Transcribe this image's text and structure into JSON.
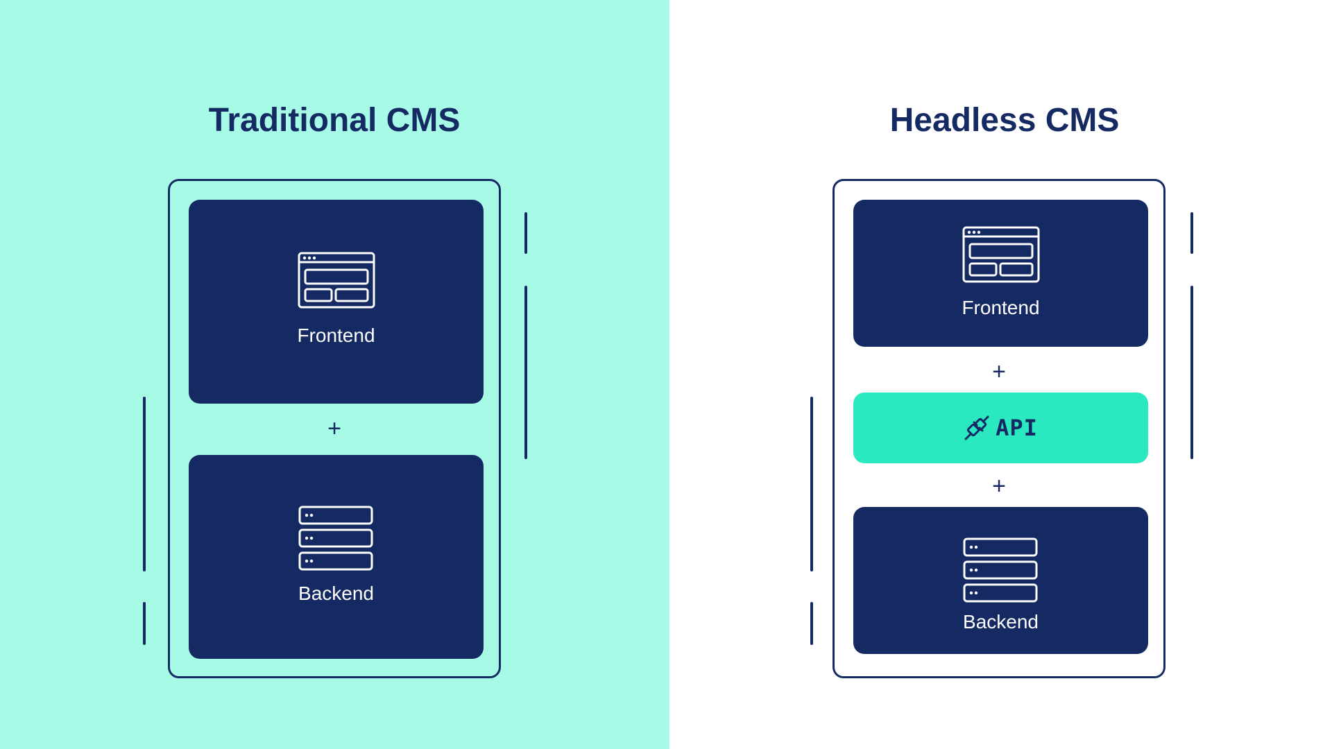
{
  "colors": {
    "left_background": "#A7FBE6",
    "right_background": "#FFFFFF",
    "navy": "#152A63",
    "api_green": "#2AE8C0",
    "text_dark": "#152A63"
  },
  "traditional": {
    "title": "Traditional CMS",
    "frontend": {
      "label": "Frontend",
      "icon": "browser-window-icon"
    },
    "plus": "+",
    "backend": {
      "label": "Backend",
      "icon": "server-stack-icon"
    }
  },
  "headless": {
    "title": "Headless CMS",
    "frontend": {
      "label": "Frontend",
      "icon": "browser-window-icon"
    },
    "plus_top": "+",
    "api": {
      "label": "API",
      "icon": "plug-connection-icon"
    },
    "plus_bottom": "+",
    "backend": {
      "label": "Backend",
      "icon": "server-stack-icon"
    }
  }
}
